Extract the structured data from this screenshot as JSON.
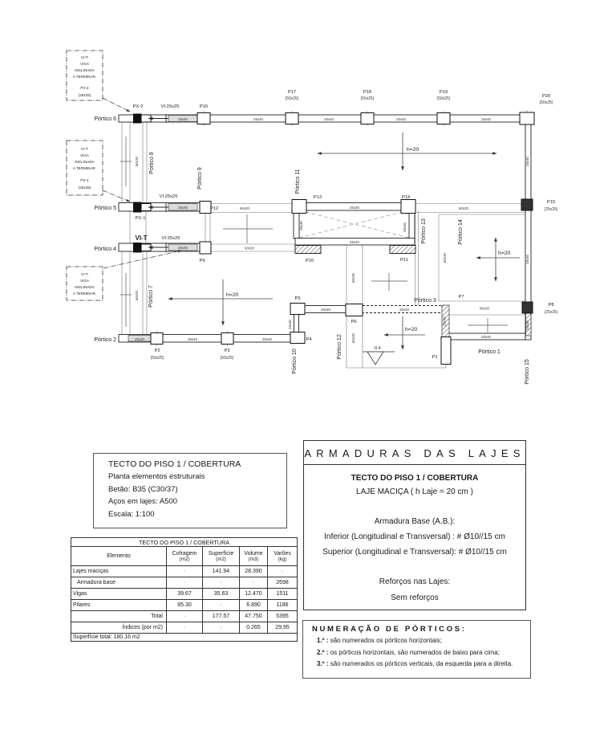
{
  "plan": {
    "porticos": {
      "p1": "Pórtico 1",
      "p2": "Pórtico 2",
      "p3": "Pórtico 3",
      "p4": "Pórtico 4",
      "p5": "Pórtico 5",
      "p6": "Pórtico 6",
      "p7": "Pórtico 7",
      "p8": "Pórtico 8",
      "p9": "Pórtico 9",
      "p10": "Pórtico 10",
      "p11": "Pórtico 11",
      "p12": "Pórtico 12",
      "p13": "Pórtico 13",
      "p14": "Pórtico 14",
      "p15": "Pórtico 15"
    },
    "columns": {
      "p1": "P1",
      "p2": "P2",
      "p3": "P3",
      "p4": "P4",
      "p5": "P5",
      "p6": "P6",
      "p7": "P7",
      "p8": "P8",
      "p9": "P9",
      "p10": "P10",
      "p11": "P11",
      "p12": "P12",
      "p13": "P13",
      "p14": "P14",
      "p15": "P15",
      "p16": "P16",
      "p17": "P17",
      "p18": "P18",
      "p19": "P19",
      "p20": "P20",
      "px1": "PX-1",
      "px2": "PX-2",
      "size_50x25": "(50x25)",
      "size_25x25": "(25x25)"
    },
    "dims": {
      "beam": "25x40",
      "slab": "60x20",
      "h": "h=20",
      "level": "-0.4"
    },
    "vi": {
      "vit": "VI-T",
      "vi_beam": "VI:25x25"
    },
    "callout": {
      "l1": "VI-T:",
      "l2": "VIGA",
      "l3": "INCLINADA",
      "l4": "A TERMINAR."
    }
  },
  "info_box": {
    "title": "TECTO DO PISO 1 / COBERTURA",
    "lines": [
      "Planta elementos estruturais",
      "Betão: B35 (C30/37)",
      "Aços em lajes: A500",
      "Escala: 1:100"
    ]
  },
  "table": {
    "title": "TECTO DO PISO 1 / COBERTURA",
    "col_element": "Elemento",
    "headers": [
      {
        "l1": "Cofragem",
        "l2": "(m2)"
      },
      {
        "l1": "Superfície",
        "l2": "(m2)"
      },
      {
        "l1": "Volume",
        "l2": "(m3)"
      },
      {
        "l1": "Varões",
        "l2": "(kg)"
      }
    ],
    "rows": [
      {
        "name": "Lajes maciças",
        "cells": [
          "·",
          "141.94",
          "28.390",
          "·"
        ]
      },
      {
        "name": "Armadura base",
        "cells": [
          "·",
          "·",
          "·",
          "2698"
        ]
      },
      {
        "name": "Vigas",
        "cells": [
          "39.67",
          "35.63",
          "12.470",
          "1511"
        ]
      },
      {
        "name": "Pilares",
        "cells": [
          "85.30",
          "·",
          "6.890",
          "1186"
        ]
      }
    ],
    "total_label": "Total",
    "total": [
      "·",
      "177.57",
      "47.750",
      "5395"
    ],
    "indices_label": "Índices (por m2)",
    "indices": [
      "·",
      "·",
      "0.265",
      "29.95"
    ],
    "footer": "Superfície total: 180.16 m2"
  },
  "armaduras": {
    "header": "ARMADURAS DAS LAJES",
    "subtitle": "TECTO DO PISO 1 / COBERTURA",
    "slab_line": "LAJE MACIÇA ( h Laje = 20 cm )",
    "base_title": "Armadura Base (A.B.):",
    "inferior": "Inferior (Longitudinal e Transversal) : # Ø10//15 cm",
    "superior": "Superior (Longitudinal e Transversal): # Ø10//15 cm",
    "reforcos_title": "Reforços nas Lajes:",
    "reforcos_value": "Sem reforços"
  },
  "numeracao": {
    "title": "NUMERAÇÃO DE PÓRTICOS:",
    "items": [
      {
        "num": "1.º :",
        "text": "são numerados os pórticos horizontais;"
      },
      {
        "num": "2.º :",
        "text": "os pórticos horizontais, são numerados de baixo para cima;"
      },
      {
        "num": "3.º :",
        "text": "são numerados os pórticos verticais, da esquerda para a direita."
      }
    ]
  }
}
